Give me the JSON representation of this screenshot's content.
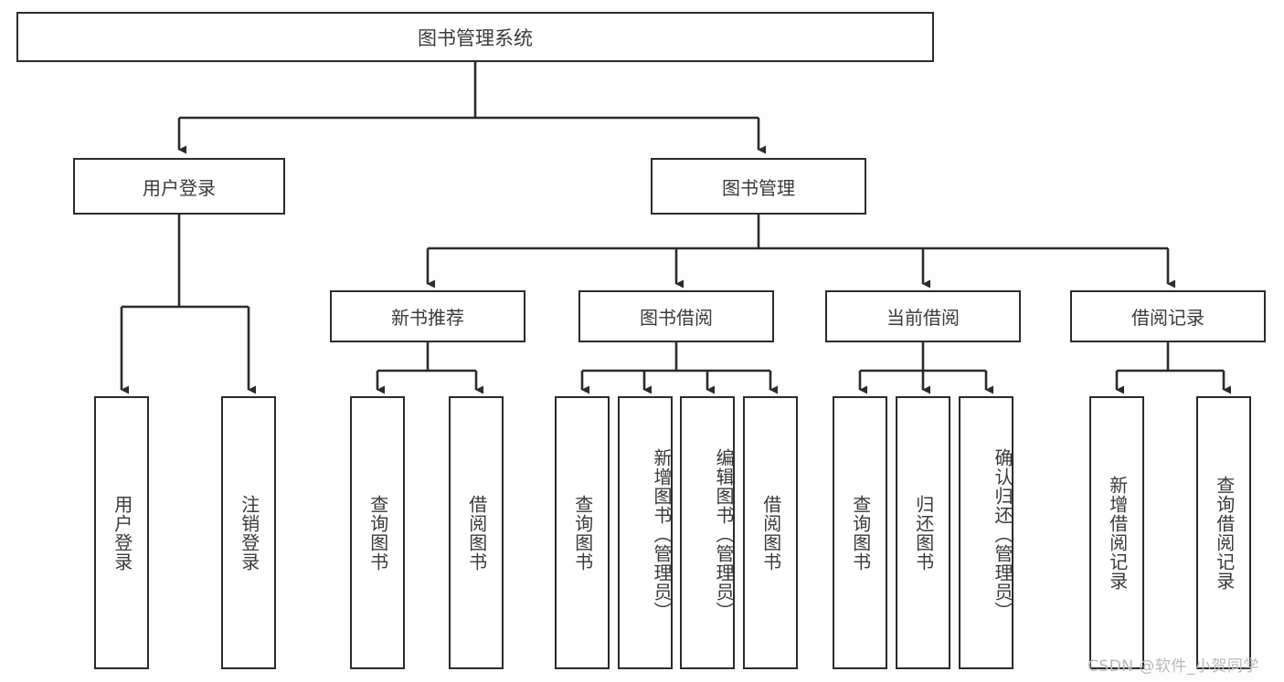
{
  "diagram": {
    "title": "图书管理系统",
    "root": {
      "label": "图书管理系统"
    },
    "branches": [
      {
        "label": "用户登录"
      },
      {
        "label": "图书管理"
      }
    ],
    "subbranches": [
      {
        "label": "新书推荐"
      },
      {
        "label": "图书借阅"
      },
      {
        "label": "当前借阅"
      },
      {
        "label": "借阅记录"
      }
    ],
    "leaves": {
      "user_login": [
        {
          "label": "用户登录"
        },
        {
          "label": "注销登录"
        }
      ],
      "new_book_recommend": [
        {
          "label": "查询图书"
        },
        {
          "label": "借阅图书"
        }
      ],
      "book_borrow": [
        {
          "label": "查询图书"
        },
        {
          "label": "新增图书（管理员）"
        },
        {
          "label": "编辑图书（管理员）"
        },
        {
          "label": "借阅图书"
        }
      ],
      "current_borrow": [
        {
          "label": "查询图书"
        },
        {
          "label": "归还图书"
        },
        {
          "label": "确认归还（管理员）"
        }
      ],
      "borrow_record": [
        {
          "label": "新增借阅记录"
        },
        {
          "label": "查询借阅记录"
        }
      ]
    },
    "watermark": "CSDN @软件_小贺同学",
    "colors": {
      "stroke": "#2b2b2b",
      "text": "#3a3a3a",
      "background": "#fdfdfd",
      "watermark": "#b9b9b9"
    }
  }
}
